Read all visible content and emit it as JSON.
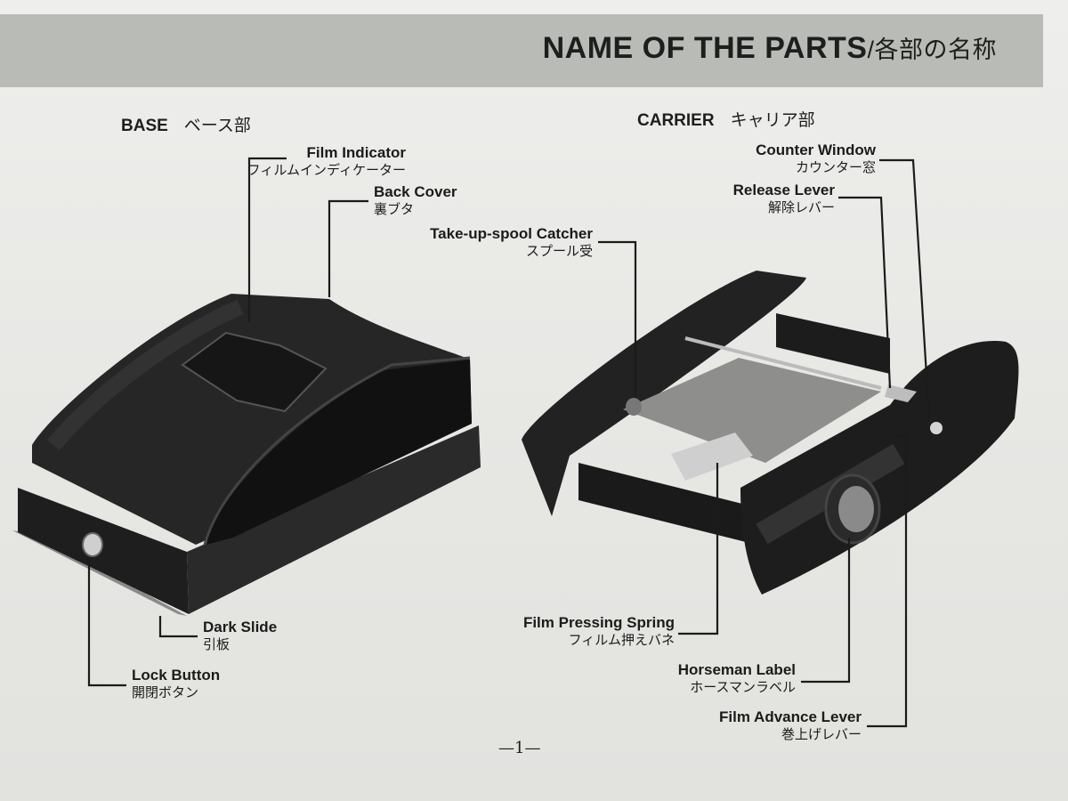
{
  "header": {
    "title_en": "NAME OF THE PARTS",
    "title_jp": "/各部の名称"
  },
  "base_section": {
    "title_en": "BASE",
    "title_jp": "ベース部",
    "labels": {
      "film_indicator": {
        "en": "Film Indicator",
        "jp": "フィルムインディケーター"
      },
      "back_cover": {
        "en": "Back Cover",
        "jp": "裏ブタ"
      },
      "dark_slide": {
        "en": "Dark Slide",
        "jp": "引板"
      },
      "lock_button": {
        "en": "Lock Button",
        "jp": "開閉ボタン"
      }
    }
  },
  "carrier_section": {
    "title_en": "CARRIER",
    "title_jp": "キャリア部",
    "labels": {
      "counter_window": {
        "en": "Counter Window",
        "jp": "カウンター窓"
      },
      "release_lever": {
        "en": "Release Lever",
        "jp": "解除レバー"
      },
      "take_up_spool_catcher": {
        "en": "Take-up-spool Catcher",
        "jp": "スプール受"
      },
      "film_pressing_spring": {
        "en": "Film Pressing Spring",
        "jp": "フィルム押えバネ"
      },
      "horseman_label": {
        "en": "Horseman Label",
        "jp": "ホースマンラベル"
      },
      "film_advance_lever": {
        "en": "Film Advance Lever",
        "jp": "巻上げレバー"
      }
    }
  },
  "page_number": "—1—",
  "colors": {
    "header_band": "#b9bcb6",
    "paper": "#e9e9e6",
    "ink": "#1b1b1b"
  }
}
